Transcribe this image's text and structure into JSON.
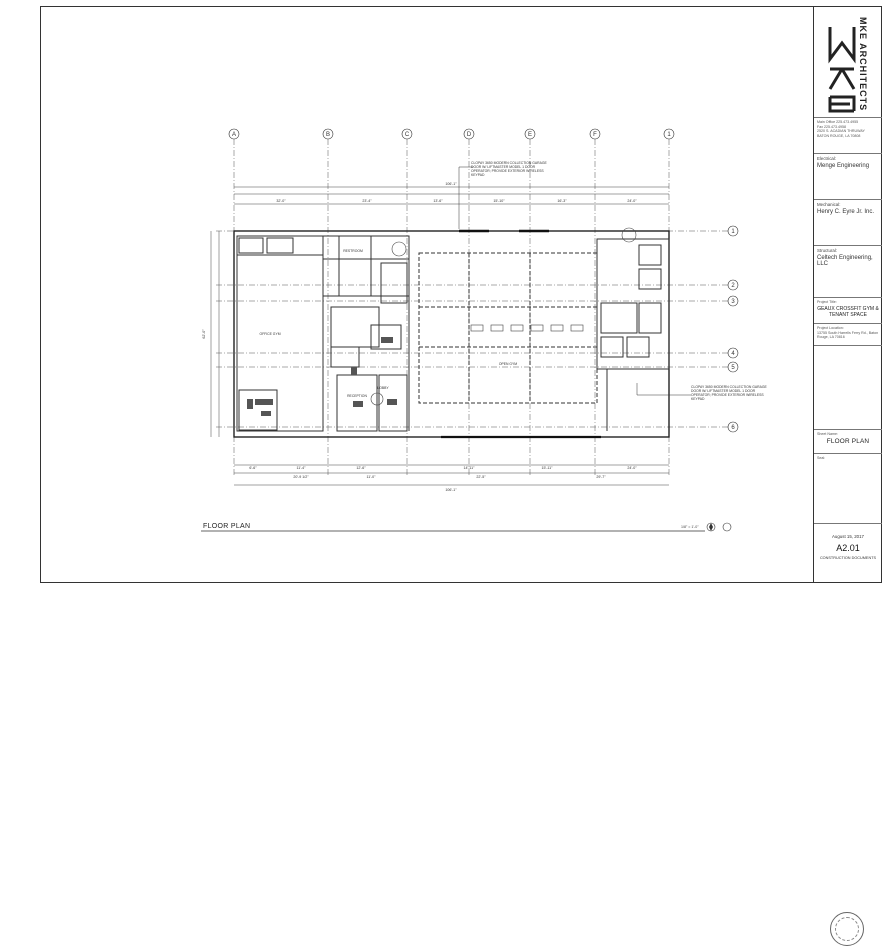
{
  "drawing": {
    "plan_title": "FLOOR PLAN",
    "scale": "1/8\" = 1'-0\"",
    "callout_top": "CLOPAY 3650 MODERN COLLECTION GARAGE DOOR W/ LIFTMASTER MODEL 1 DOOR OPERATOR; PROVIDE EXTERIOR WIRELESS KEYPAD",
    "callout_bottom": "CLOPAY 3650 MODERN COLLECTION GARAGE DOOR W/ LIFTMASTER MODEL 1 DOOR OPERATOR; PROVIDE EXTERIOR WIRELESS KEYPAD",
    "grid_columns": [
      "A",
      "B",
      "C",
      "D",
      "E",
      "F",
      "1"
    ],
    "grid_rows": [
      "1",
      "2",
      "3",
      "4",
      "5",
      "6"
    ],
    "rooms": {
      "office_gym": "OFFICE GYM",
      "open_gym": "OPEN GYM",
      "reception": "RECEPTION",
      "lobby": "LOBBY",
      "restroom": "RESTROOM"
    },
    "dimensions": {
      "overall_top": "106'-1\"",
      "overall_bottom": "106'-1\"",
      "top_segments": [
        "32'-0\"",
        "23'-4\"",
        "13'-6\"",
        "15'-10\"",
        "16'-3\"",
        "24'-0\""
      ],
      "bottom_segments": [
        "6'-6\"",
        "11'-4\"",
        "12'-6\"",
        "14'-11\"",
        "15'-11\"",
        "24'-0\""
      ],
      "bottom_long": [
        "20'-9 1/2\"",
        "11'-0\"",
        "22'-5\"",
        "29'-7\""
      ],
      "left_overall": "62'-0\""
    }
  },
  "titleblock": {
    "firm_logo": "MKE ARCHITECTS",
    "firm_address": [
      "Main Office  225.473.4955",
      "Fax  225.473.4958",
      "2520 S. ACADIAN THRUWAY",
      "BATON ROUGE, LA 70808"
    ],
    "consultants": [
      {
        "role": "Electrical:",
        "name": "Menge Engineering"
      },
      {
        "role": "Mechanical:",
        "name": "Henry C. Eyre Jr. Inc."
      },
      {
        "role": "Structural:",
        "name": "Celtech Engineering, LLC"
      }
    ],
    "project_title_label": "Project Title:",
    "project_title": "GEAUX CROSSFIT GYM & TENANT SPACE",
    "project_location_label": "Project Location:",
    "project_location": "13755 South Harrells Ferry Rd., Baton Rouge, LA 70816",
    "sheet_name_label": "Sheet Name:",
    "sheet_name": "FLOOR PLAN",
    "seal_label": "Seal:",
    "date": "August 15, 2017",
    "sheet_number": "A2.01",
    "phase": "CONSTRUCTION DOCUMENTS"
  }
}
